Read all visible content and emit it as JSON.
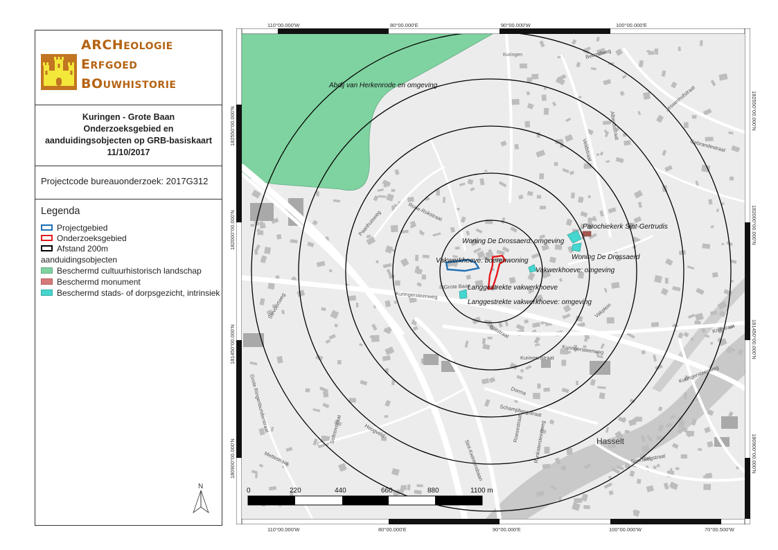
{
  "logo": {
    "line1_big": "ARCH",
    "line1_rest": "EOLOGIE",
    "line2_big": "E",
    "line2_rest": "RFGOED",
    "line3_big": "BO",
    "line3_rest": "UWHISTORIE",
    "color": "#b56313"
  },
  "title": {
    "line1": "Kuringen - Grote Baan",
    "line2": "Onderzoeksgebied en",
    "line3": "aanduidingsobjecten op GRB-basiskaart",
    "line4": "11/10/2017"
  },
  "project_code": "Projectcode bureauonderzoek: 2017G312",
  "legend": {
    "title": "Legenda",
    "items": [
      {
        "label": "Projectgebied",
        "stroke": "#1f6fb5",
        "fill": "none"
      },
      {
        "label": "Onderzoeksgebied",
        "stroke": "#e31a1c",
        "fill": "none"
      },
      {
        "label": "Afstand 200m",
        "stroke": "#000000",
        "fill": "none"
      }
    ],
    "subtitle": "aanduidingsobjecten",
    "objects": [
      {
        "label": "Beschermd cultuurhistorisch landschap",
        "fill": "#7fd3a0"
      },
      {
        "label": "Beschermd monument",
        "fill": "#d77a7a"
      },
      {
        "label": "Beschermd stads- of dorpsgezicht, intrinsiek",
        "fill": "#45d6cf"
      }
    ]
  },
  "north_label": "N",
  "map": {
    "top_coords": [
      "110°00.000'W",
      "80°00.000'E",
      "90°00.000'W",
      "100°00.000'E"
    ],
    "bottom_coords": [
      "110°00.000'W",
      "80°00.000'E",
      "90°00.000'E",
      "100°00.000'W",
      "70°00.500'W"
    ],
    "left_coords": [
      "182550°00.000'N",
      "182000°00.000'N",
      "181450°00.000'N",
      "180900°00.000'N"
    ],
    "right_coords": [
      "182550°00.000'N",
      "182000°00.000'N",
      "181450°00.000'N",
      "180900°00.000'N"
    ],
    "place_labels": [
      {
        "id": "abdij",
        "text": "Abdij van Herkenrode en omgeving"
      },
      {
        "id": "parochiekerk",
        "text": "Parochiekerk Sint-Gertrudis"
      },
      {
        "id": "drossaerd-omg",
        "text": "Woning De Drossaerd: omgeving"
      },
      {
        "id": "drossaerd",
        "text": "Woning De Drossaerd"
      },
      {
        "id": "boerenwoning",
        "text": "Vakwerkhoeve: boerenwoning"
      },
      {
        "id": "vakwerk-omg",
        "text": "Vakwerkhoeve: omgeving"
      },
      {
        "id": "langgestrekte",
        "text": "Langgestrekte vakwerkhoeve"
      },
      {
        "id": "langgestrekte-omg",
        "text": "Langgestrekte vakwerkhoeve: omgeving"
      },
      {
        "id": "hasselt",
        "text": "Hasselt"
      },
      {
        "id": "kuringen",
        "text": "Kuringen"
      }
    ],
    "street_labels": [
      {
        "id": "s1",
        "text": "Grote Baan"
      },
      {
        "id": "s2",
        "text": "Kuringersteenweg"
      },
      {
        "id": "s3",
        "text": "Kuringenstraat"
      },
      {
        "id": "s4",
        "text": "Kuringersteenweg"
      },
      {
        "id": "s5",
        "text": "Kuringersteenweg"
      },
      {
        "id": "s6",
        "text": "Schampbergstraat"
      },
      {
        "id": "s7",
        "text": "Gebrandestraat"
      },
      {
        "id": "s8",
        "text": "Jessenhofstraat"
      },
      {
        "id": "s9",
        "text": "Beemdweg"
      },
      {
        "id": "s10",
        "text": "Sint-Kwintensbaan"
      },
      {
        "id": "s11",
        "text": "Sportwegstraat"
      },
      {
        "id": "s12",
        "text": "Hoogveld"
      },
      {
        "id": "s13",
        "text": "Mettestraat"
      },
      {
        "id": "s14",
        "text": "Grote Ringenbunderstraat"
      },
      {
        "id": "s15",
        "text": "Rode-Rokstraat"
      },
      {
        "id": "s16",
        "text": "Paanhuisweg"
      },
      {
        "id": "s17",
        "text": "Dorma"
      },
      {
        "id": "s18",
        "text": "Roesestraat"
      },
      {
        "id": "s19",
        "text": "Runkstersteenweg"
      },
      {
        "id": "s20",
        "text": "Bilitstraat"
      },
      {
        "id": "s21",
        "text": "Krutstraat"
      },
      {
        "id": "s22",
        "text": "Vakplein"
      },
      {
        "id": "s23",
        "text": "Stevoortweg"
      },
      {
        "id": "s24",
        "text": "Albertsstraat"
      },
      {
        "id": "s25",
        "text": "Soltrenstraat"
      },
      {
        "id": "s26",
        "text": "Veldstraat"
      }
    ],
    "scale": {
      "labels": [
        "0",
        "220",
        "440",
        "660",
        "880",
        "1100 m"
      ]
    }
  },
  "colors": {
    "map_bg": "#ececec",
    "road": "#ffffff",
    "building": "#b9b9b9",
    "water": "#c7c7c7",
    "forest": "#7fd3a0"
  }
}
